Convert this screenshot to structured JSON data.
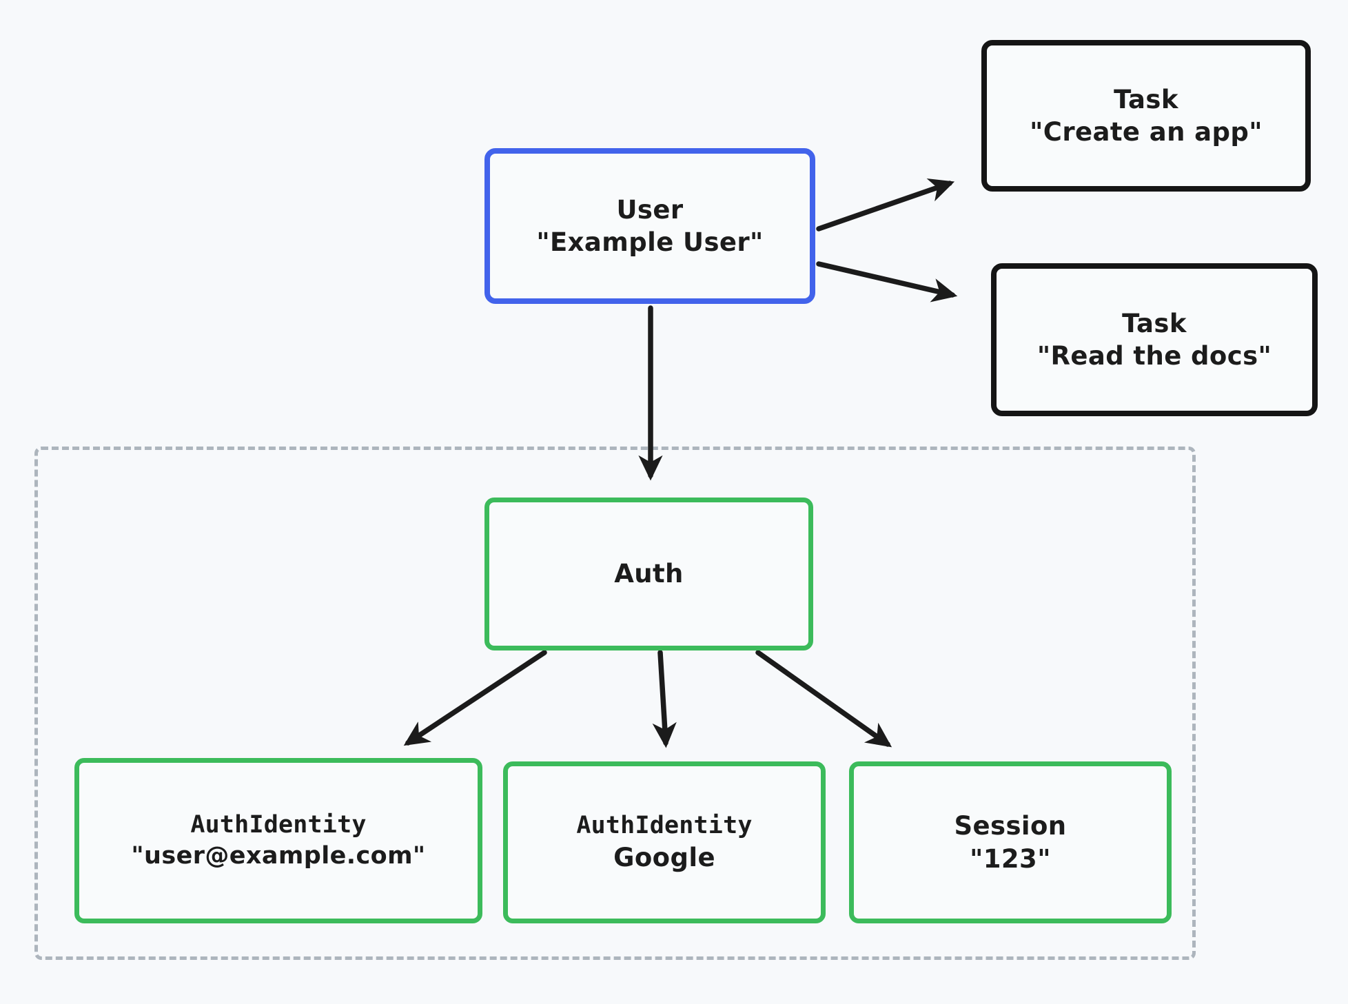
{
  "diagram": {
    "type": "entity-relationship-diagram",
    "background_color": "#f7f9fb",
    "colors": {
      "accent_blue": "#4263eb",
      "accent_green": "#3cbb5b",
      "node_black": "#151515",
      "group_dashed": "#adb5bd",
      "edge": "#1b1b1b",
      "node_fill": "#f9fbfc"
    },
    "group": {
      "label": "",
      "style": "dashed"
    },
    "nodes": [
      {
        "id": "user",
        "title": "User",
        "subtitle": "\"Example User\"",
        "border_color": "#4263eb",
        "title_font": "casual",
        "subtitle_font": "casual"
      },
      {
        "id": "task-create-app",
        "title": "Task",
        "subtitle": "\"Create an app\"",
        "border_color": "#151515",
        "title_font": "casual",
        "subtitle_font": "casual"
      },
      {
        "id": "task-read-docs",
        "title": "Task",
        "subtitle": "\"Read the docs\"",
        "border_color": "#151515",
        "title_font": "casual",
        "subtitle_font": "casual"
      },
      {
        "id": "auth",
        "title": "Auth",
        "subtitle": "",
        "border_color": "#3cbb5b",
        "title_font": "casual",
        "subtitle_font": "casual"
      },
      {
        "id": "auth-identity-email",
        "title": "AuthIdentity",
        "subtitle": "\"user@example.com\"",
        "border_color": "#3cbb5b",
        "title_font": "mono",
        "subtitle_font": "casual"
      },
      {
        "id": "auth-identity-google",
        "title": "AuthIdentity",
        "subtitle": "Google",
        "border_color": "#3cbb5b",
        "title_font": "mono",
        "subtitle_font": "casual"
      },
      {
        "id": "session",
        "title": "Session",
        "subtitle": "\"123\"",
        "border_color": "#3cbb5b",
        "title_font": "casual",
        "subtitle_font": "casual"
      }
    ],
    "edges": [
      {
        "from": "user",
        "to": "task-create-app",
        "style": "solid",
        "arrow": "end"
      },
      {
        "from": "user",
        "to": "task-read-docs",
        "style": "solid",
        "arrow": "end"
      },
      {
        "from": "user",
        "to": "auth",
        "style": "solid",
        "arrow": "end"
      },
      {
        "from": "auth",
        "to": "auth-identity-email",
        "style": "solid",
        "arrow": "end"
      },
      {
        "from": "auth",
        "to": "auth-identity-google",
        "style": "solid",
        "arrow": "end"
      },
      {
        "from": "auth",
        "to": "session",
        "style": "solid",
        "arrow": "end"
      }
    ]
  }
}
